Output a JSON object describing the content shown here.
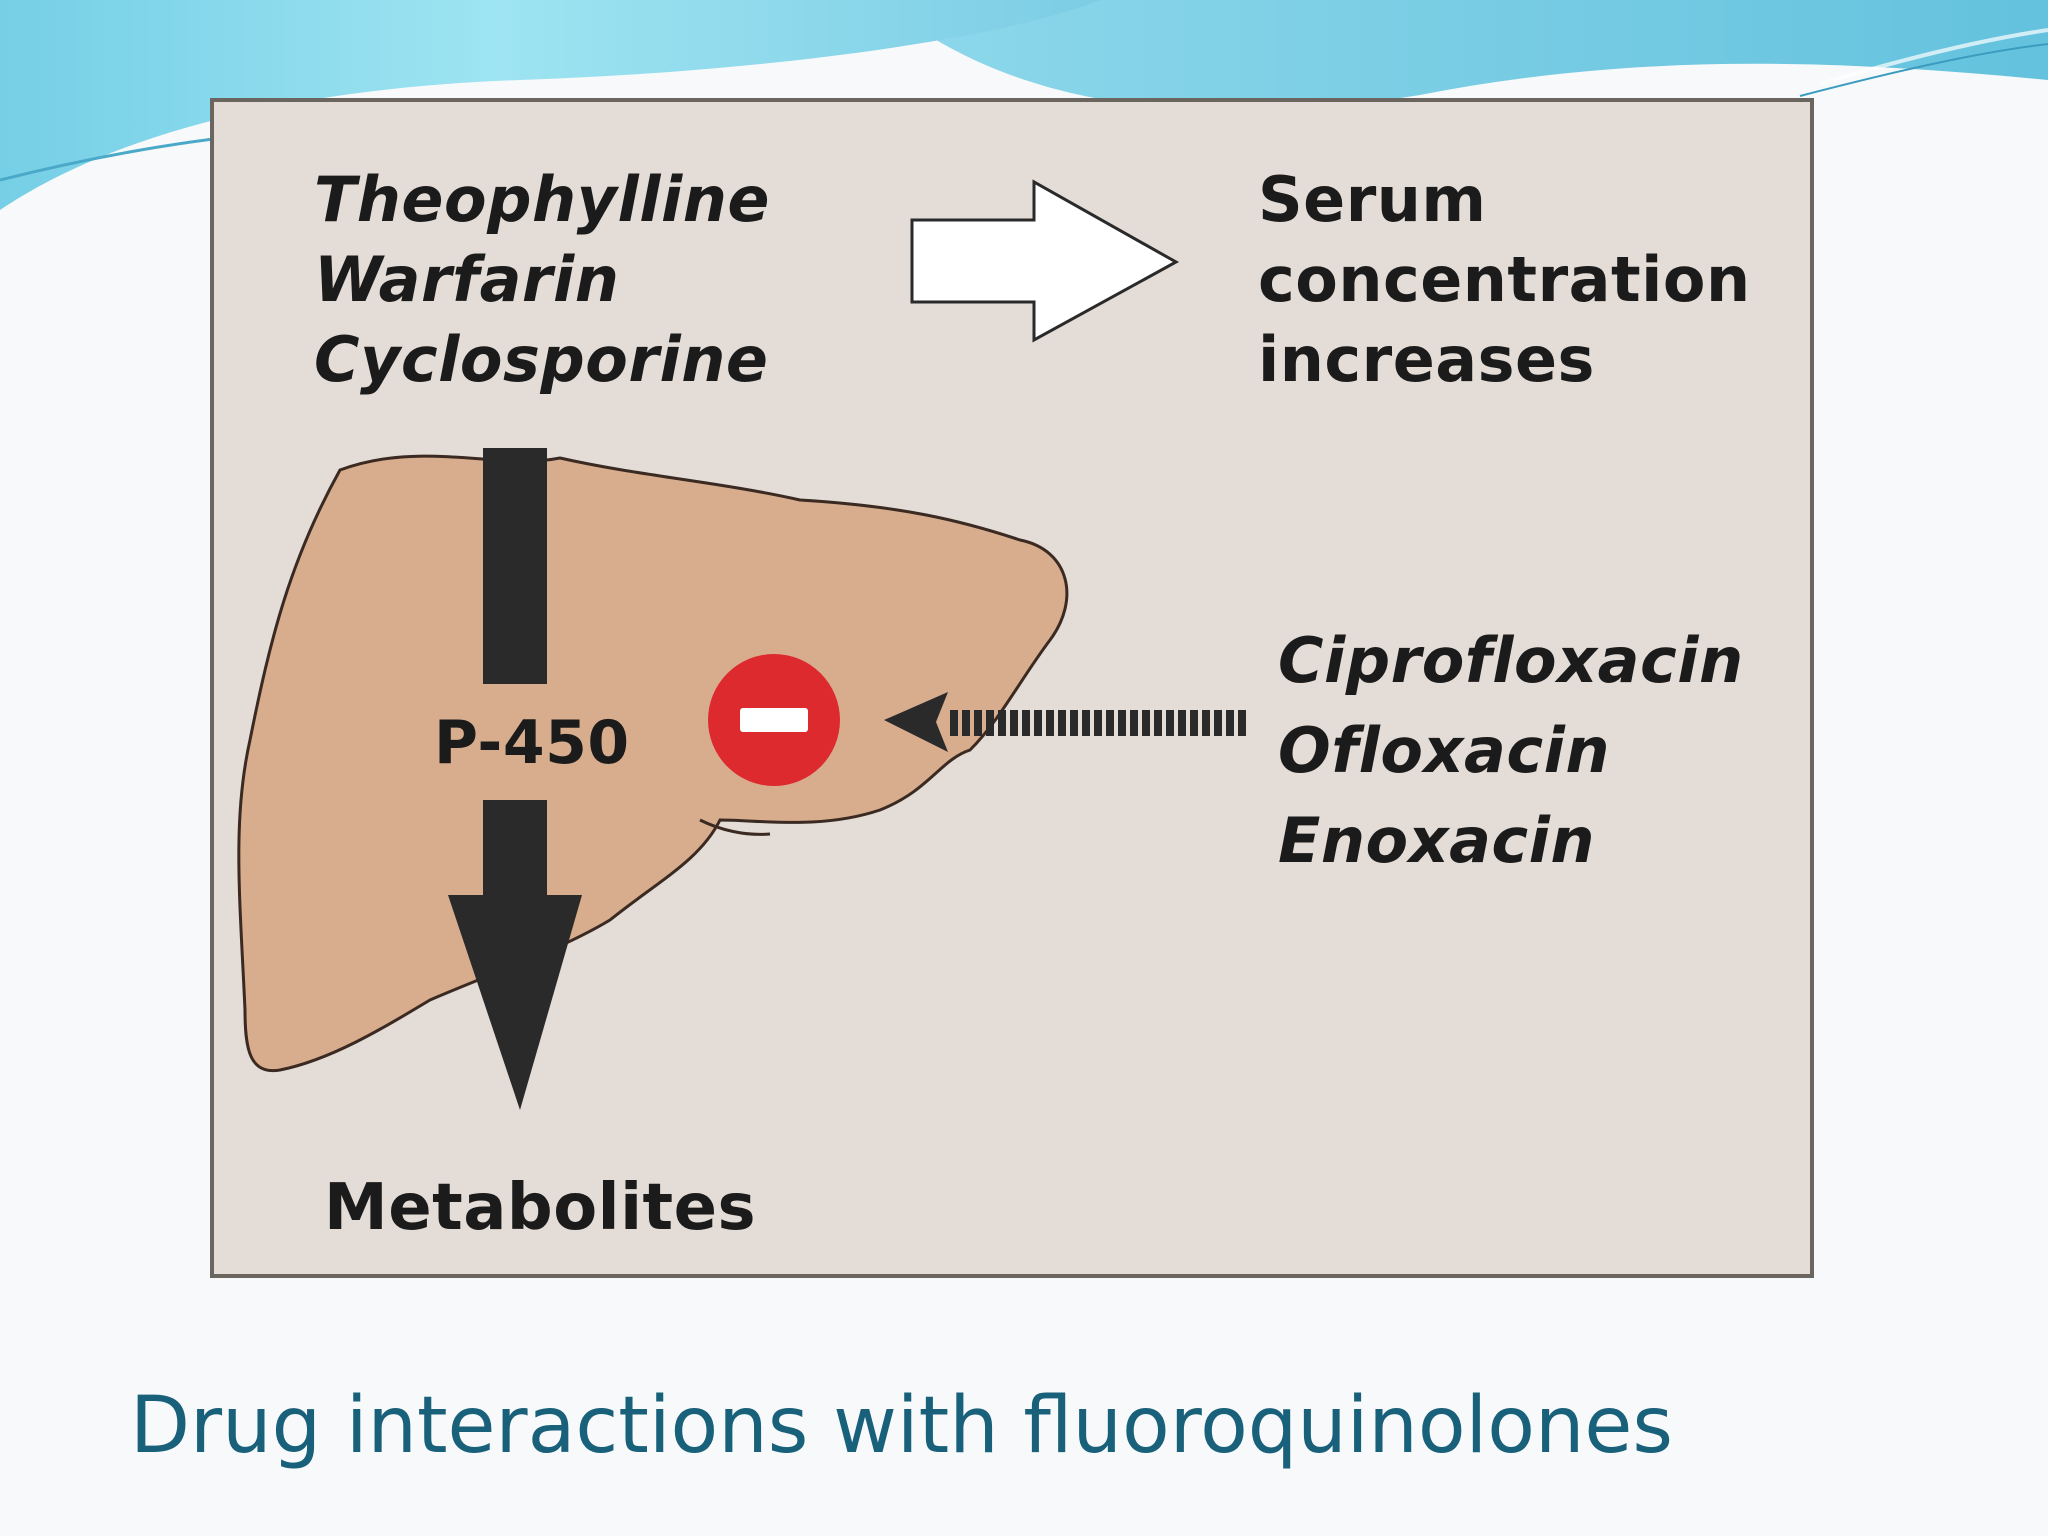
{
  "slide": {
    "title": "Drug interactions with fluoroquinolones"
  },
  "diagram": {
    "substrates": [
      "Theophylline",
      "Warfarin",
      "Cyclosporine"
    ],
    "effect": [
      "Serum",
      "concentration",
      "increases"
    ],
    "enzyme": "P-450",
    "products": "Metabolites",
    "inhibitors": [
      "Ciprofloxacin",
      "Ofloxacin",
      "Enoxacin"
    ],
    "inhibition_symbol": "minus-sign-icon"
  },
  "colors": {
    "panel": "#e4dcd6",
    "liver": "#d8ad8e",
    "inhibition": "#dc2a2e",
    "title": "#19607a",
    "wave": "#7fd5ea"
  }
}
